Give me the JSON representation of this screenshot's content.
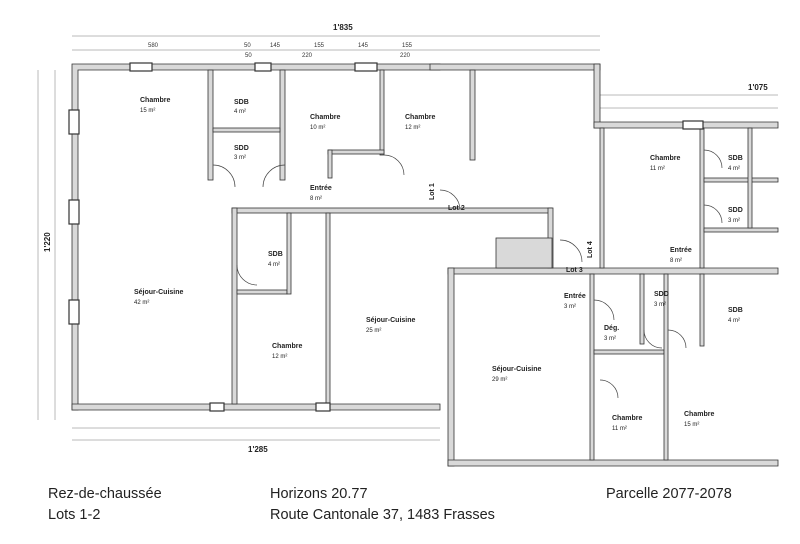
{
  "totals": {
    "top": "1'835",
    "right": "1'075",
    "bottom": "1'285",
    "left": "1'220"
  },
  "top_dims": [
    "580",
    "50",
    "145",
    "155",
    "145",
    "155",
    "50",
    "220",
    "220"
  ],
  "rooms": [
    {
      "name": "Chambre",
      "area": "15 m²"
    },
    {
      "name": "SDB",
      "area": "4 m²"
    },
    {
      "name": "SDD",
      "area": "3 m²"
    },
    {
      "name": "Chambre",
      "area": "10 m²"
    },
    {
      "name": "Chambre",
      "area": "12 m²"
    },
    {
      "name": "Entrée",
      "area": "8 m²"
    },
    {
      "name": "Séjour-Cuisine",
      "area": "42 m²"
    },
    {
      "name": "SDB",
      "area": "4 m²"
    },
    {
      "name": "Chambre",
      "area": "12 m²"
    },
    {
      "name": "Séjour-Cuisine",
      "area": "25 m²"
    },
    {
      "name": "Séjour-Cuisine",
      "area": "29 m²"
    },
    {
      "name": "Entrée",
      "area": "3 m²"
    },
    {
      "name": "SDD",
      "area": "3 m²"
    },
    {
      "name": "Dég.",
      "area": "3 m²"
    },
    {
      "name": "SDB",
      "area": "4 m²"
    },
    {
      "name": "Chambre",
      "area": "11 m²"
    },
    {
      "name": "Chambre",
      "area": "15 m²"
    },
    {
      "name": "Chambre",
      "area": "11 m²"
    },
    {
      "name": "SDB",
      "area": "4 m²"
    },
    {
      "name": "SDD",
      "area": "3 m²"
    },
    {
      "name": "Entrée",
      "area": "8 m²"
    }
  ],
  "lots": [
    "Lot 1",
    "Lot 2",
    "Lot 3",
    "Lot 4"
  ],
  "footer": {
    "col1": [
      "Rez-de-chaussée",
      "Lots 1-2"
    ],
    "col2": [
      "Horizons 20.77",
      "Route Cantonale 37, 1483 Frasses"
    ],
    "col3": [
      "Parcelle 2077-2078"
    ]
  }
}
